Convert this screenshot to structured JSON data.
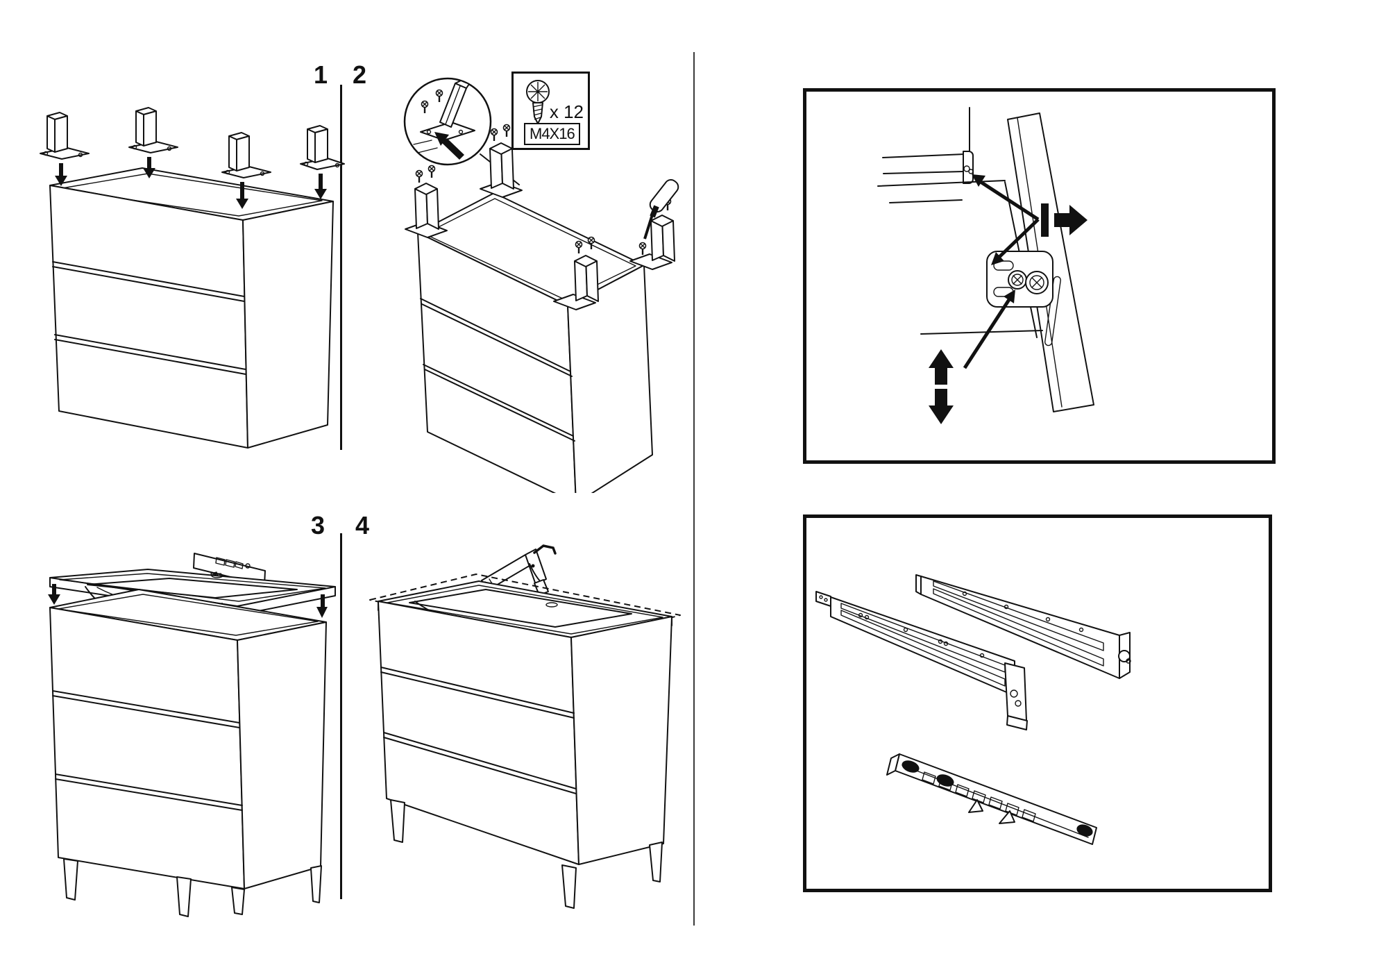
{
  "page": {
    "background_color": "#ffffff",
    "line_color": "#111111"
  },
  "steps": [
    {
      "number": "1",
      "illustration": "cabinet-upside-down-with-leg-brackets"
    },
    {
      "number": "2",
      "illustration": "cabinet-upside-down-screwing-legs",
      "hardware_box": {
        "icon": "screw-icon",
        "quantity_label": "x 12",
        "spec_label": "M4X16"
      }
    },
    {
      "number": "3",
      "illustration": "sink-top-placement"
    },
    {
      "number": "4",
      "illustration": "sealant-application-caulk-gun"
    }
  ],
  "detail_panels": [
    {
      "illustration": "drawer-front-adjustment-detail",
      "icons": [
        "horizontal-adjust-arrow",
        "vertical-adjust-arrow"
      ]
    },
    {
      "illustration": "drawer-slide-rails-and-damper"
    }
  ]
}
